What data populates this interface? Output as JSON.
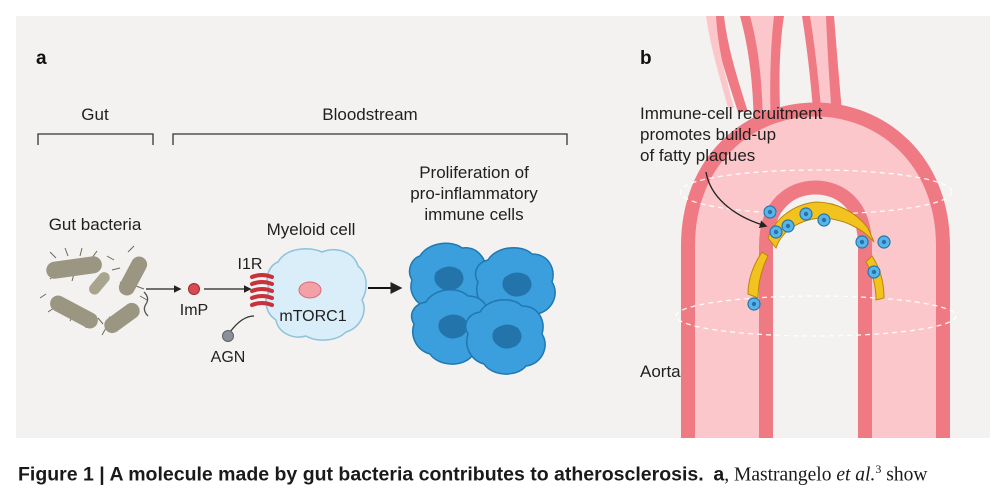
{
  "panel_a": {
    "letter": "a",
    "section_gut": "Gut",
    "section_bloodstream": "Bloodstream",
    "gut_bacteria": "Gut bacteria",
    "imp": "ImP",
    "i1r": "I1R",
    "agn": "AGN",
    "myeloid_cell": "Myeloid cell",
    "mtorc1": "mTORC1",
    "proliferation_line1": "Proliferation of",
    "proliferation_line2": "pro-inflammatory",
    "proliferation_line3": "immune cells"
  },
  "panel_b": {
    "letter": "b",
    "recruitment_line1": "Immune-cell recruitment",
    "recruitment_line2": "promotes build-up",
    "recruitment_line3": "of fatty plaques",
    "aorta": "Aorta"
  },
  "caption": {
    "figure_label": "Figure 1",
    "separator": " | ",
    "title": "A molecule made by gut bacteria contributes to atherosclerosis.",
    "part_letter": "a",
    "text_before_italic": ", Mastrangelo ",
    "italic_text": "et al.",
    "superscript": "3",
    "text_after": " show"
  },
  "colors": {
    "panel_background": "#f3f2f0",
    "bacteria": "#9a9682",
    "imp_molecule": "#d94a52",
    "receptor": "#c8323a",
    "agn_molecule": "#8a9099",
    "myeloid_cell": "#d9eef8",
    "mtorc1": "#f4a0a8",
    "immune_cells": "#3a9fdc",
    "aorta_wall": "#f07a84",
    "aorta_lumen": "#fbc7cb",
    "plaque": "#f2c21e"
  }
}
